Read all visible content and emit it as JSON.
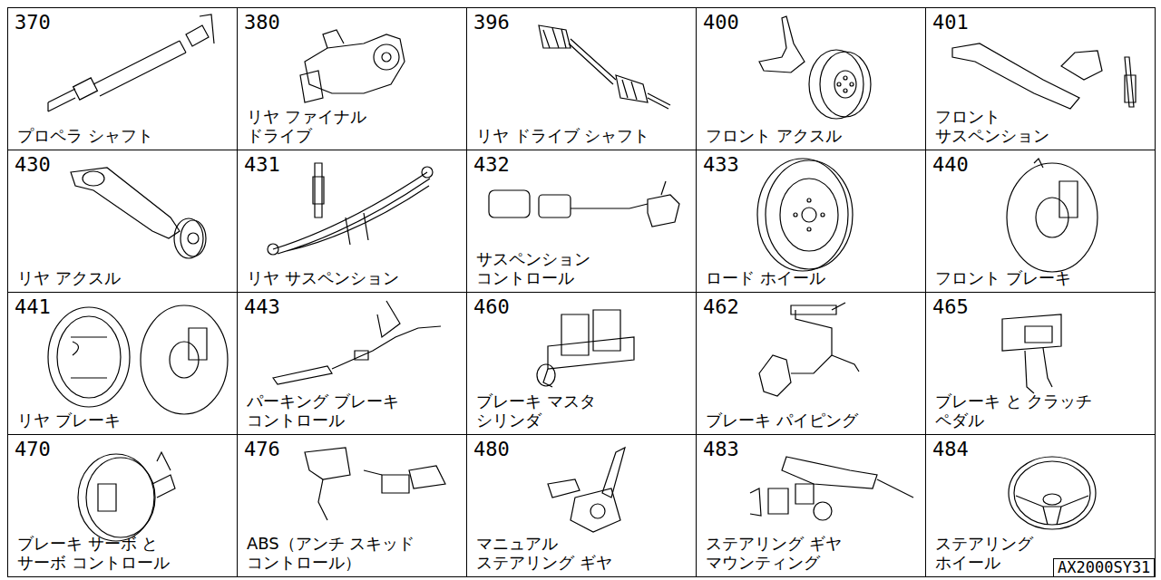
{
  "diagram": {
    "nodes": [
      {
        "text": [
          "370",
          "プロペラ シャフト"
        ]
      },
      {
        "text": [
          "380",
          "リヤ ファイナル ドライブ"
        ]
      },
      {
        "text": [
          "396",
          "リヤ ドライブ シャフト"
        ]
      },
      {
        "text": [
          "400",
          "フロント アクスル"
        ]
      },
      {
        "text": [
          "401",
          "フロント サスペンション"
        ]
      },
      {
        "text": [
          "430",
          "リヤ アクスル"
        ]
      },
      {
        "text": [
          "431",
          "リヤ サスペンション"
        ]
      },
      {
        "text": [
          "432",
          "サスペンション コントロール"
        ]
      },
      {
        "text": [
          "433",
          "ロード ホイール"
        ]
      },
      {
        "text": [
          "440",
          "フロント ブレーキ"
        ]
      },
      {
        "text": [
          "441",
          "リヤ ブレーキ"
        ]
      },
      {
        "text": [
          "443",
          "パーキング ブレーキ コントロール"
        ]
      },
      {
        "text": [
          "460",
          "ブレーキ マスタ シリンダ"
        ]
      },
      {
        "text": [
          "462",
          "ブレーキ パイピング"
        ]
      },
      {
        "text": [
          "465",
          "ブレーキ と クラッチ ペダル"
        ]
      },
      {
        "text": [
          "470",
          "ブレーキ サーボ と サーボ コントロール"
        ]
      },
      {
        "text": [
          "476",
          "ABS（アンチ スキッド コントロール）"
        ]
      },
      {
        "text": [
          "480",
          "マニュアル ステアリング ギヤ"
        ]
      },
      {
        "text": [
          "483",
          "ステアリング ギヤ マウンティング"
        ]
      },
      {
        "text": [
          "484",
          "ステアリング ホイール"
        ]
      }
    ],
    "labels": [
      "AX2000SY31"
    ]
  }
}
